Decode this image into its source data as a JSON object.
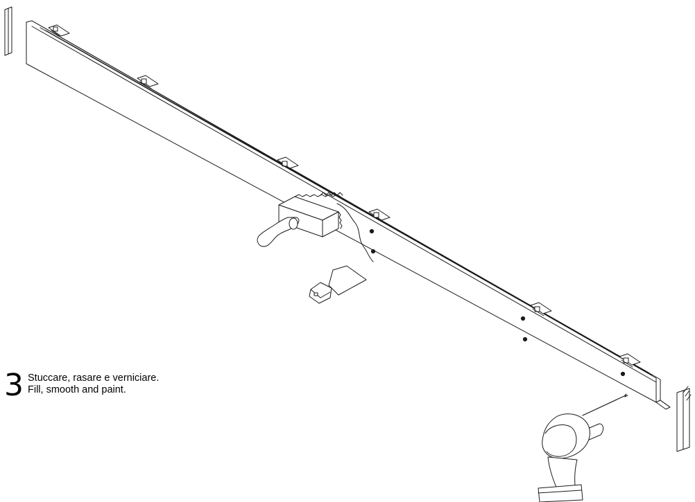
{
  "step": {
    "number": "3",
    "text_it": "Stuccare, rasare e verniciare.",
    "text_en": "Fill, smooth and paint."
  }
}
